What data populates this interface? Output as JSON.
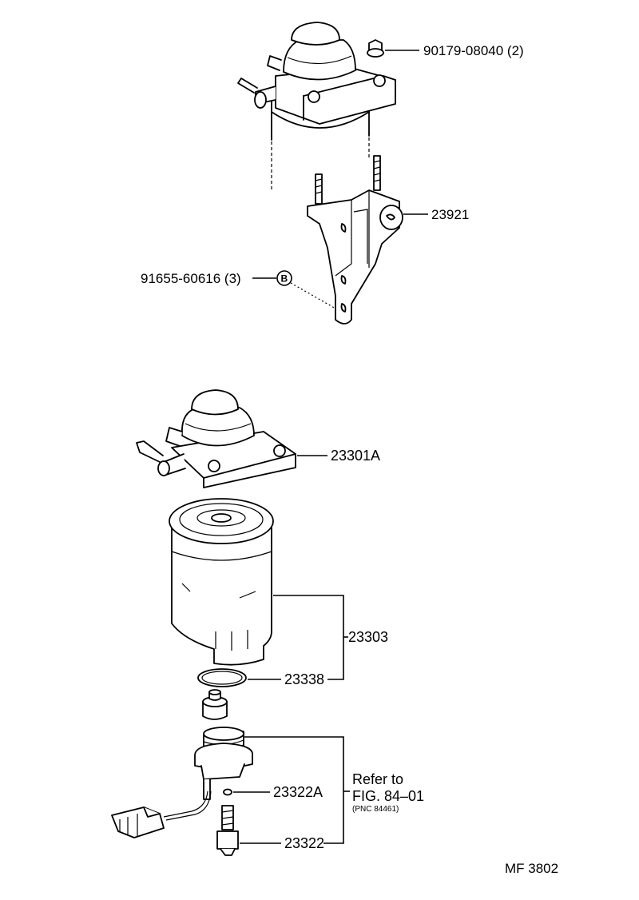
{
  "parts": {
    "bolt": "90179-08040 (2)",
    "bracket": "23921",
    "clip": "91655-60616 (3)",
    "clip_ref": "B",
    "filter_head": "23301A",
    "filter_element": "23303",
    "o_ring": "23338",
    "seal": "23322A",
    "sensor": "23322"
  },
  "reference": {
    "line1": "Refer to",
    "line2": "FIG. 84–01",
    "line3": "(PNC 84461)"
  },
  "figure_code": "MF 3802"
}
